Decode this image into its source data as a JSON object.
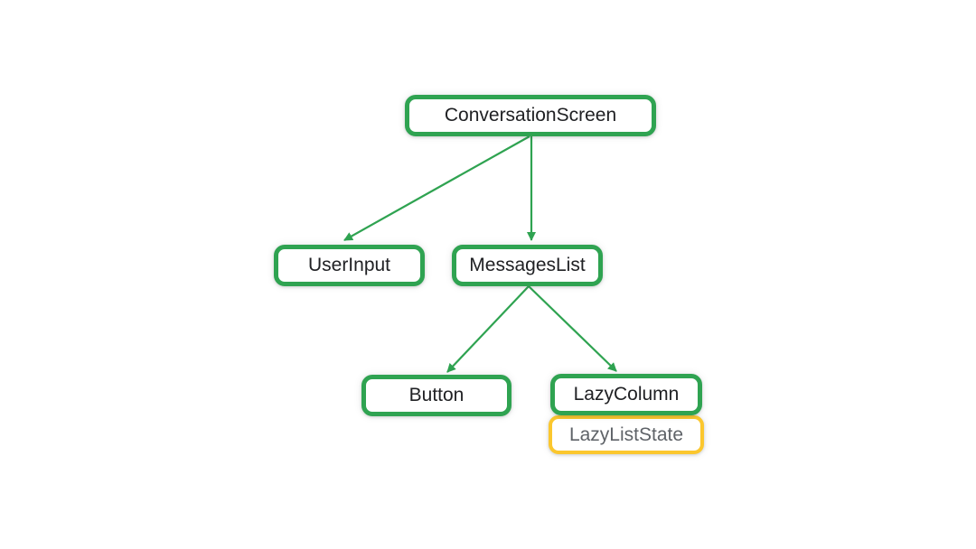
{
  "page": {
    "background": "#ffffff"
  },
  "colors": {
    "node_border_green": "#2fa351",
    "node_border_yellow": "#fbc72e",
    "node_fill": "#ffffff",
    "text_dark": "#202124",
    "text_gray": "#5f6368",
    "arrow": "#2fa351"
  },
  "diagram": {
    "type": "tree"
  },
  "nodes": [
    {
      "id": "conversation-screen",
      "label": "ConversationScreen",
      "variant": "green"
    },
    {
      "id": "user-input",
      "label": "UserInput",
      "variant": "green"
    },
    {
      "id": "messages-list",
      "label": "MessagesList",
      "variant": "green"
    },
    {
      "id": "button",
      "label": "Button",
      "variant": "green"
    },
    {
      "id": "lazy-column",
      "label": "LazyColumn",
      "variant": "green"
    },
    {
      "id": "lazy-list-state",
      "label": "LazyListState",
      "variant": "yellow",
      "attached_to": "LazyColumn"
    }
  ],
  "edges": [
    {
      "from": "ConversationScreen",
      "to": "UserInput"
    },
    {
      "from": "ConversationScreen",
      "to": "MessagesList"
    },
    {
      "from": "MessagesList",
      "to": "Button"
    },
    {
      "from": "MessagesList",
      "to": "LazyColumn"
    }
  ]
}
